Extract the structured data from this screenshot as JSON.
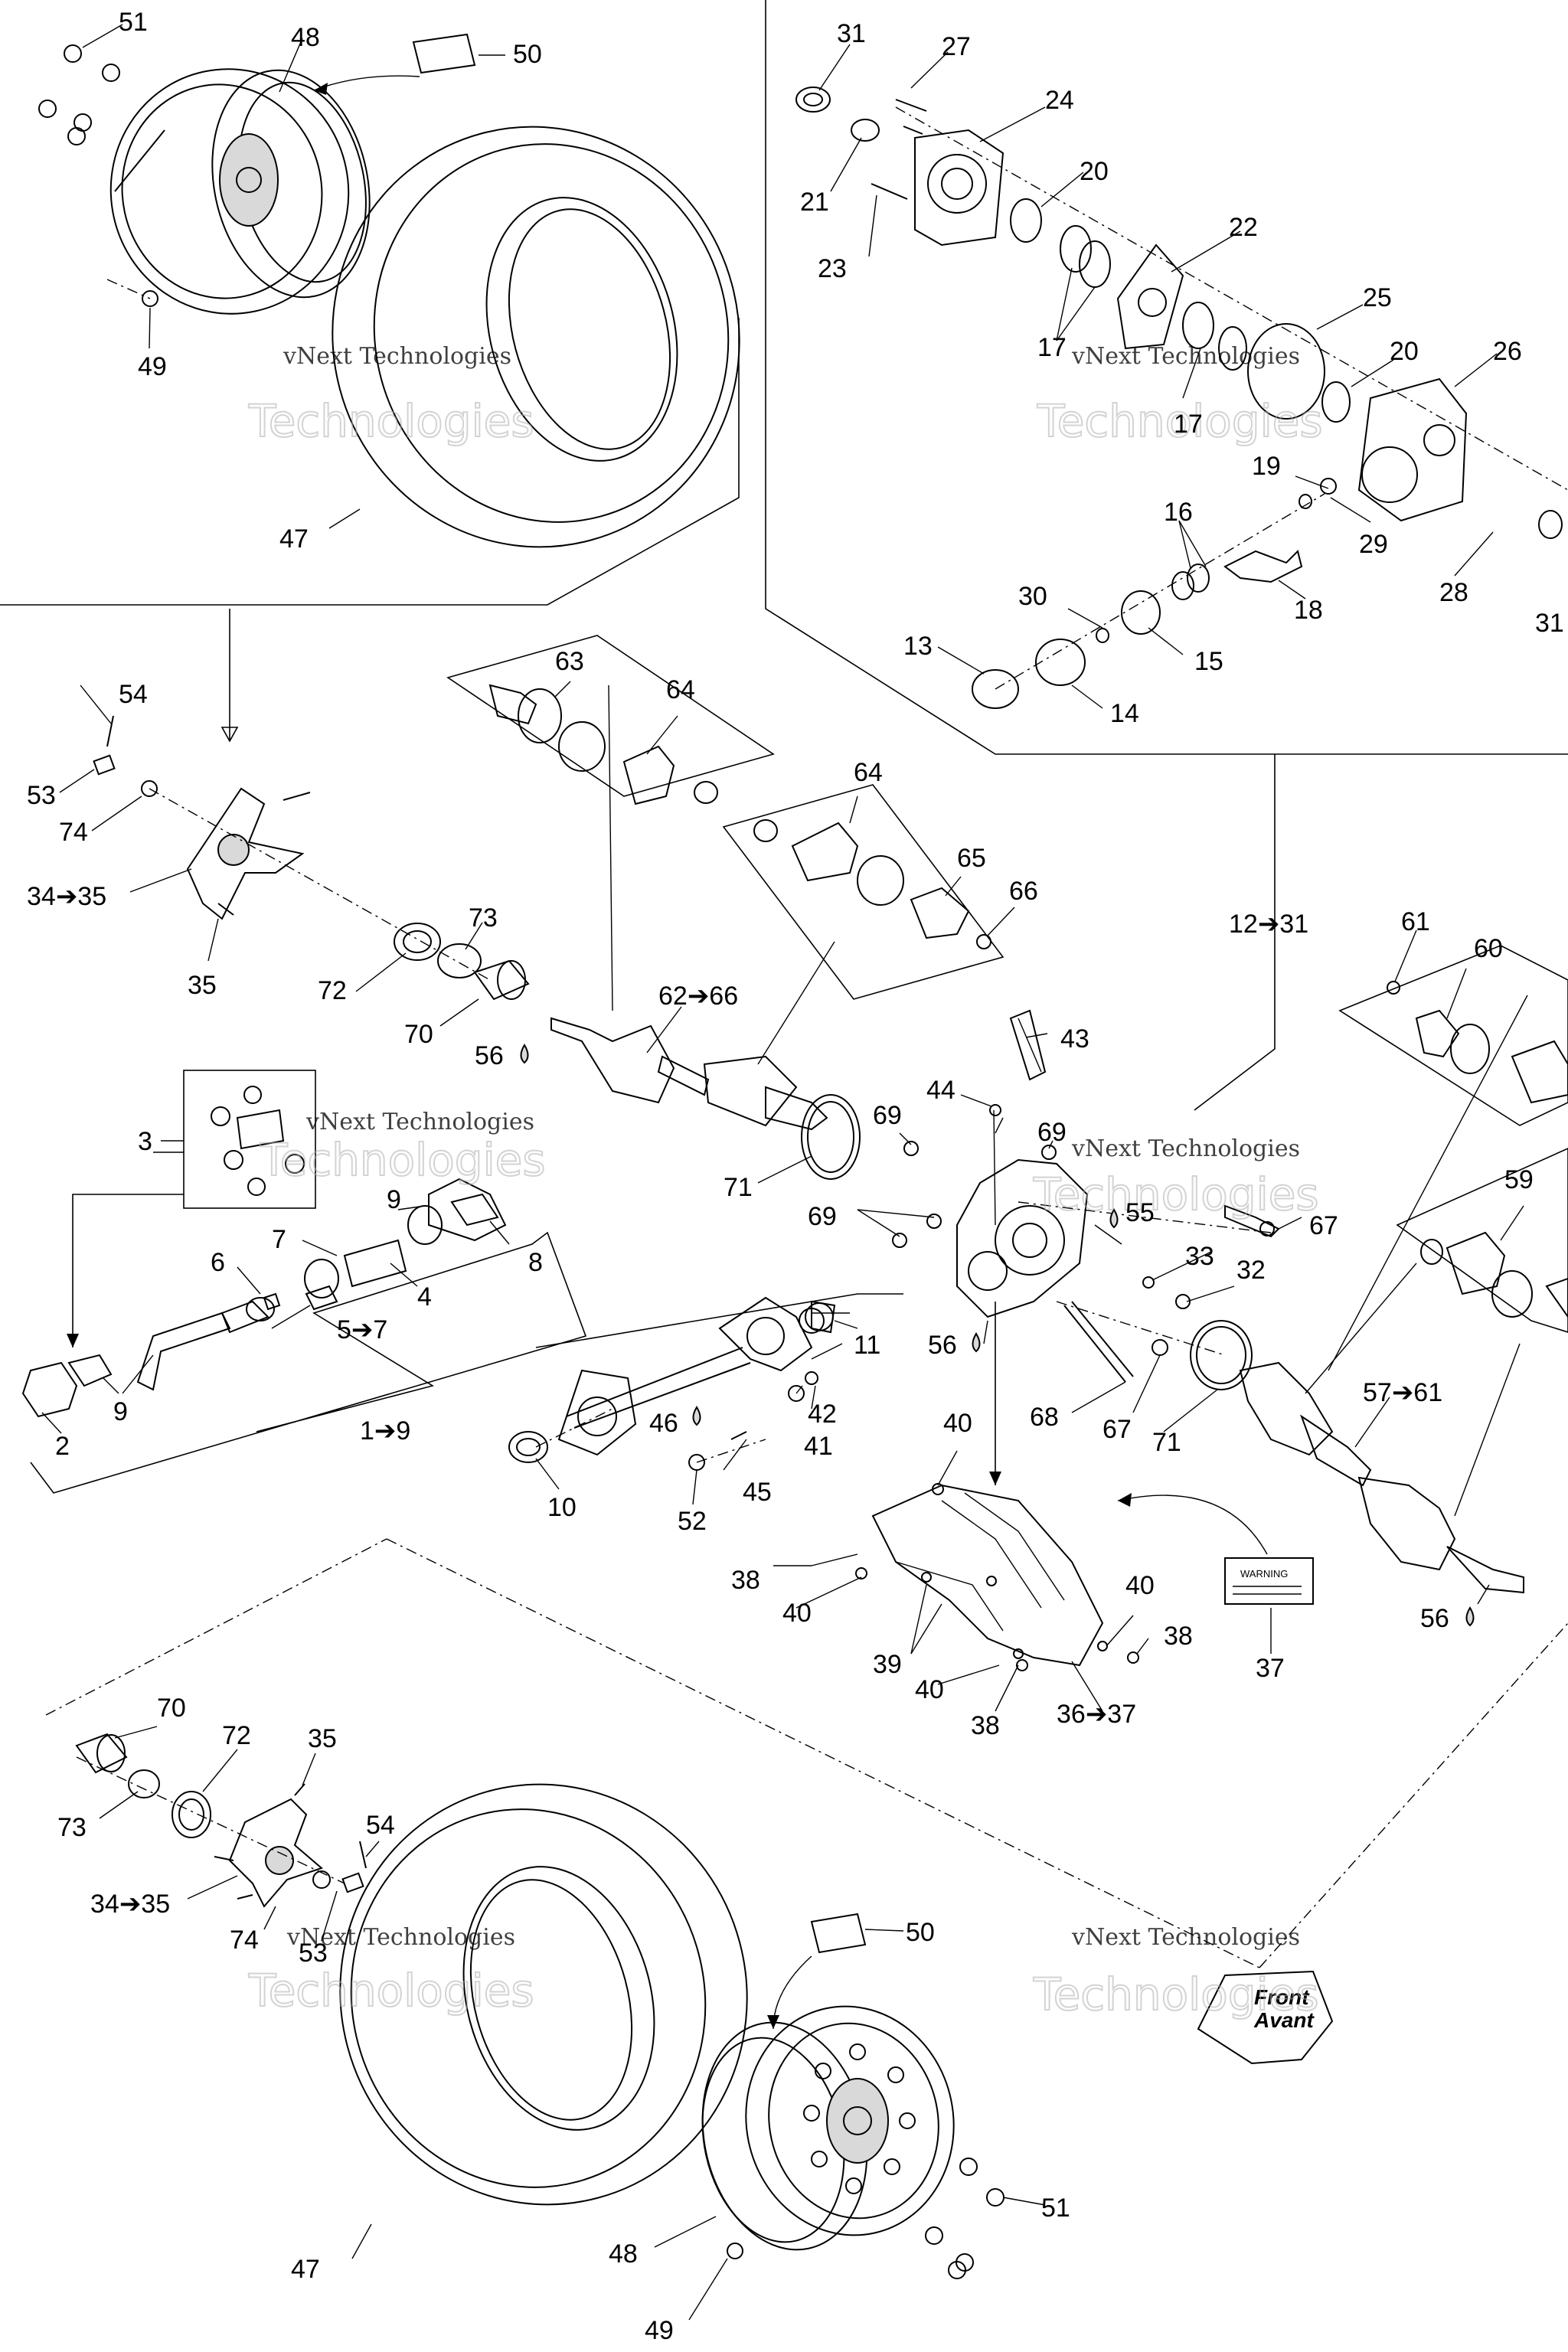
{
  "labels": {
    "l51a": "51",
    "l48a": "48",
    "l50a": "50",
    "l49a": "49",
    "l47a": "47",
    "l31a": "31",
    "l27": "27",
    "l24": "24",
    "l21": "21",
    "l20a": "20",
    "l23": "23",
    "l22": "22",
    "l17a": "17",
    "l17b": "17",
    "l25": "25",
    "l20b": "20",
    "l26": "26",
    "l19": "19",
    "l29": "29",
    "l16": "16",
    "l28": "28",
    "l31b": "31",
    "l30": "30",
    "l18": "18",
    "l13": "13",
    "l15": "15",
    "l14": "14",
    "l54a": "54",
    "l53a": "53",
    "l74a": "74",
    "l3435a": "34➔35",
    "l35a": "35",
    "l63": "63",
    "l64a": "64",
    "l64b": "64",
    "l65": "65",
    "l66": "66",
    "l73a": "73",
    "l72a": "72",
    "l70a": "70",
    "l6266": "62➔66",
    "l56a": "56",
    "l1231": "12➔31",
    "l61": "61",
    "l60": "60",
    "l43": "43",
    "l44": "44",
    "l3": "3",
    "l69a": "69",
    "l69b": "69",
    "l69c": "69",
    "l71a": "71",
    "l55": "55",
    "l67a": "67",
    "l59": "59",
    "l9a": "9",
    "l7": "7",
    "l6": "6",
    "l4": "4",
    "l8": "8",
    "l57": "5➔7",
    "l33": "33",
    "l32": "32",
    "l56b": "56",
    "l11": "11",
    "l9b": "9",
    "l2": "2",
    "l19b": "1➔9",
    "l46": "46",
    "l42": "42",
    "l41": "41",
    "l68": "68",
    "l67b": "67",
    "l71b": "71",
    "l5761": "57➔61",
    "l40a": "40",
    "l45": "45",
    "l10": "10",
    "l52": "52",
    "l38a": "38",
    "l40b": "40",
    "l40c": "40",
    "l39": "39",
    "l38b": "38",
    "l40d": "40",
    "l38c": "38",
    "l3637": "36➔37",
    "l37": "37",
    "l56c": "56",
    "l70b": "70",
    "l72b": "72",
    "l35b": "35",
    "l73b": "73",
    "l54b": "54",
    "l3435b": "34➔35",
    "l74b": "74",
    "l53b": "53",
    "l50b": "50",
    "l47b": "47",
    "l51b": "51",
    "l48b": "48",
    "l49b": "49"
  },
  "watermark": {
    "line1": "vNext Technologies",
    "line2": "Technologies"
  },
  "front_badge": {
    "line1": "Front",
    "line2": "Avant"
  },
  "decal_text": "WARNING"
}
